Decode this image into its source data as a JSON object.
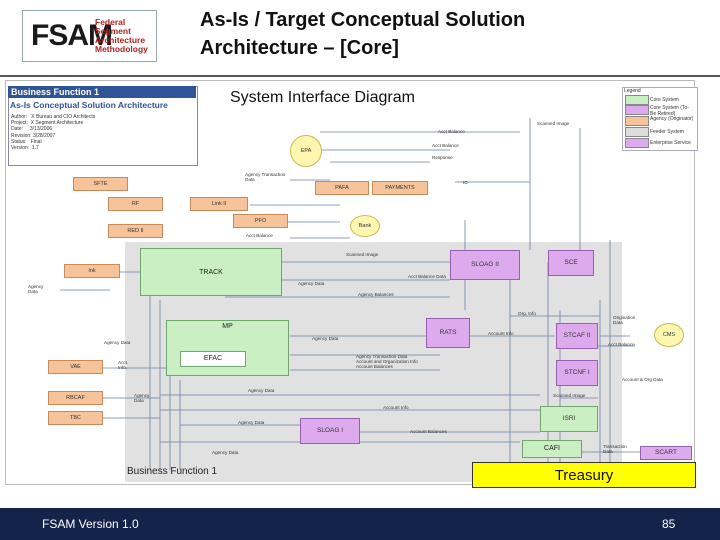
{
  "header": {
    "logo_big": "FSAM",
    "logo_lines": [
      "Federal",
      "Segment",
      "Architecture",
      "Methodology"
    ],
    "title_line1": "As-Is / Target Conceptual Solution",
    "title_line2": "Architecture – [Core]"
  },
  "diagram": {
    "business_function_title": "Business Function 1",
    "panel_subtitle": "As-Is Conceptual Solution Architecture",
    "panel_meta": "Author:   X Bureau and CIO Architects\nProject:  X Segment Architecture\nDate:     3/13/2006\nRevision: 3/28/2007\nStatus:   Final\nVersion:  1.7",
    "title": "System Interface Diagram",
    "legend": {
      "title": "Legend",
      "items": [
        {
          "label": "Core System",
          "color": "#c9efc2"
        },
        {
          "label": "Core System (To-Be Retired)",
          "color": "#ddaaee"
        },
        {
          "label": "Agency (Originator)",
          "color": "#f7c39a"
        },
        {
          "label": "Feeder System",
          "color": "#dddddd"
        },
        {
          "label": "Enterprise Service",
          "color": "#ddaaee"
        }
      ]
    },
    "business_function_label": "Business Function 1",
    "treasury_label": "Treasury",
    "orange_boxes": [
      "SFTE",
      "RF",
      "Link II",
      "RED II",
      "PFO",
      "PAFA",
      "PAYMENTS",
      "Ink",
      "VAE",
      "RBCAF",
      "TBC"
    ],
    "green_boxes": [
      "TRACK",
      "MP",
      "EFAC",
      "CAFI"
    ],
    "purple_boxes": [
      "SLOAG II",
      "SCE",
      "RATS",
      "STCAF II",
      "STCNF I",
      "ISRI",
      "SLOAG I",
      "SCART"
    ],
    "circles": [
      "EPA",
      "Bank",
      "CMS"
    ],
    "labels": [
      "Agency Transaction\nData",
      "Acct Balance",
      "Acct Balance",
      "Response",
      "IO",
      "Scanned Image",
      "Scanned Image",
      "Acct Balance Data",
      "Agency Data",
      "Agency Balances",
      "Agency\nData",
      "Org. Info",
      "Agency Data",
      "Agency Data",
      "Acct.\nInfo.",
      "Agency Transaction Data\nAccount and Organization Info\nAccount Balances",
      "Agency Data",
      "Agency\nData",
      "Account Info",
      "Agency Data",
      "Account Balances",
      "Account Info",
      "Origination\nData",
      "Acct Balance",
      "Account & Org Data",
      "Scanned Image",
      "Transaction\nData",
      "Agency Data",
      "Acct Balance"
    ]
  },
  "footer": {
    "version": "FSAM Version 1.0",
    "page": "85"
  }
}
